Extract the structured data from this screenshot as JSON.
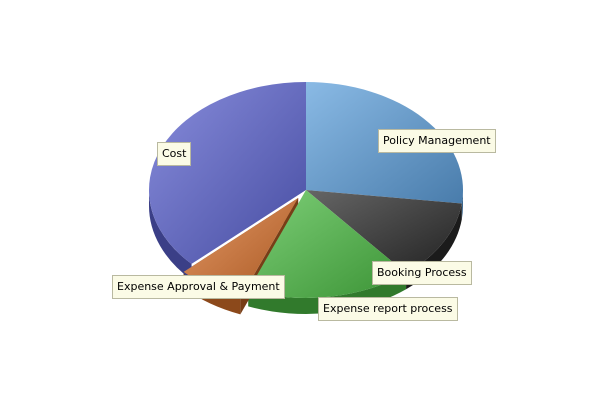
{
  "chart_data": {
    "type": "pie",
    "style": "3d-exploded",
    "legend": "none",
    "title": "",
    "slices": [
      {
        "label": "Policy Management",
        "value": 27,
        "color": "#5d9fdb"
      },
      {
        "label": "Booking Process",
        "value": 12,
        "color": "#2a2a2a"
      },
      {
        "label": "Expense report process",
        "value": 17,
        "color": "#4cbc44"
      },
      {
        "label": "Expense Approval & Payment",
        "value": 7,
        "color": "#d8702a"
      },
      {
        "label": "Cost",
        "value": 37,
        "color": "#5a61cf"
      }
    ]
  }
}
